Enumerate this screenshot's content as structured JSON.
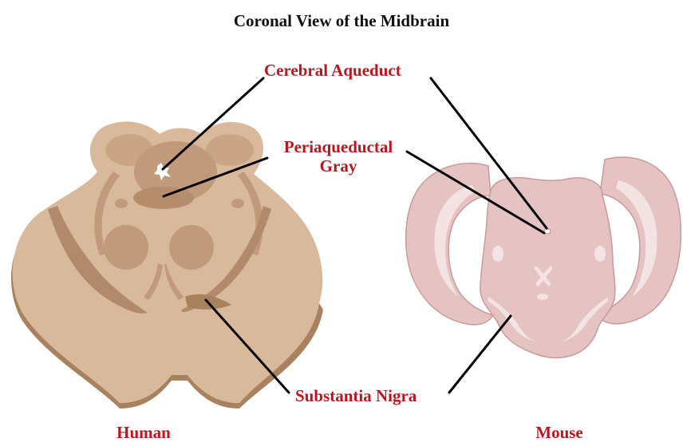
{
  "title": "Coronal View of the Midbrain",
  "labels": {
    "cerebral_aqueduct": "Cerebral Aqueduct",
    "periaqueductal_gray_line1": "Periaqueductal",
    "periaqueductal_gray_line2": "Gray",
    "substantia_nigra": "Substantia Nigra"
  },
  "species": {
    "human": "Human",
    "mouse": "Mouse"
  },
  "colors": {
    "title_text": "#111111",
    "label_text": "#c0141c",
    "leader_lines": "#000000",
    "human_tissue": "#d9b99b",
    "human_dark": "#c09a7a",
    "human_side": "#a8825f",
    "mouse_tissue": "#e5c3c3",
    "mouse_light": "#f3e3e3",
    "mouse_outline": "#c89a9a"
  }
}
